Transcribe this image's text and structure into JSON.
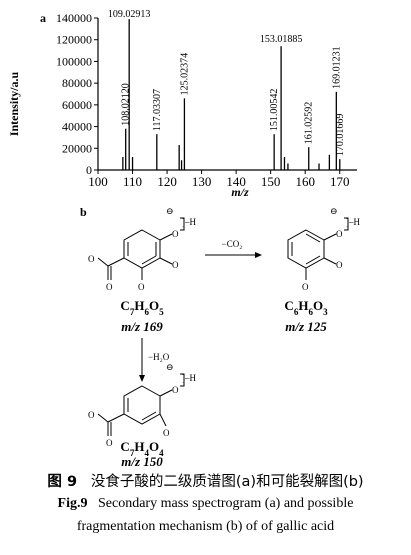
{
  "chart_data": {
    "type": "bar",
    "panel_label": "a",
    "xlabel": "m/z",
    "ylabel": "Intensity/a.u",
    "xlim": [
      100,
      175
    ],
    "ylim": [
      0,
      140000
    ],
    "xticks": [
      100,
      110,
      120,
      130,
      140,
      150,
      160,
      170
    ],
    "yticks": [
      0,
      20000,
      40000,
      60000,
      80000,
      100000,
      120000,
      140000
    ],
    "peaks": [
      {
        "mz": 107.2,
        "intensity": 12000,
        "label": ""
      },
      {
        "mz": 108.0212,
        "intensity": 38000,
        "label": "108.02120"
      },
      {
        "mz": 109.02913,
        "intensity": 139000,
        "label": "109.02913"
      },
      {
        "mz": 110.0,
        "intensity": 12000,
        "label": ""
      },
      {
        "mz": 117.03307,
        "intensity": 33000,
        "label": "117.03307"
      },
      {
        "mz": 123.5,
        "intensity": 23000,
        "label": ""
      },
      {
        "mz": 124.2,
        "intensity": 9000,
        "label": ""
      },
      {
        "mz": 125.02374,
        "intensity": 66000,
        "label": "125.02374"
      },
      {
        "mz": 151.00542,
        "intensity": 33000,
        "label": "151.00542"
      },
      {
        "mz": 153.01885,
        "intensity": 114000,
        "label": "153.01885"
      },
      {
        "mz": 154.0,
        "intensity": 12000,
        "label": ""
      },
      {
        "mz": 155.0,
        "intensity": 6000,
        "label": ""
      },
      {
        "mz": 161.02592,
        "intensity": 21000,
        "label": "161.02592"
      },
      {
        "mz": 164.0,
        "intensity": 6000,
        "label": ""
      },
      {
        "mz": 167.0,
        "intensity": 14000,
        "label": ""
      },
      {
        "mz": 169.01231,
        "intensity": 72000,
        "label": "169.01231"
      },
      {
        "mz": 170.01669,
        "intensity": 10000,
        "label": "170.01669"
      }
    ]
  },
  "mechanism": {
    "panel_label": "b",
    "arrow_loss_co2": "−CO₂",
    "arrow_loss_h2o": "−H₂O",
    "atom_o": "O",
    "atom_h": "H",
    "charge": "⊖",
    "bond_h": "]–H",
    "parent": {
      "formula_c": "C",
      "n_c": "7",
      "formula_h": "H",
      "n_h": "6",
      "formula_o": "O",
      "n_o": "5",
      "mz": "m/z 169"
    },
    "product1": {
      "formula_c": "C",
      "n_c": "6",
      "formula_h": "H",
      "n_h": "6",
      "formula_o": "O",
      "n_o": "3",
      "mz": "m/z 125"
    },
    "product2": {
      "formula_c": "C",
      "n_c": "7",
      "formula_h": "H",
      "n_h": "4",
      "formula_o": "O",
      "n_o": "4",
      "mz": "m/z 150"
    }
  },
  "caption": {
    "cn_label": "图 9",
    "cn_text": "没食子酸的二级质谱图(a)和可能裂解图(b)",
    "en_label": "Fig.9",
    "en_line1": "Secondary mass spectrogram (a) and possible",
    "en_line2": "fragmentation mechanism (b) of of gallic acid"
  }
}
